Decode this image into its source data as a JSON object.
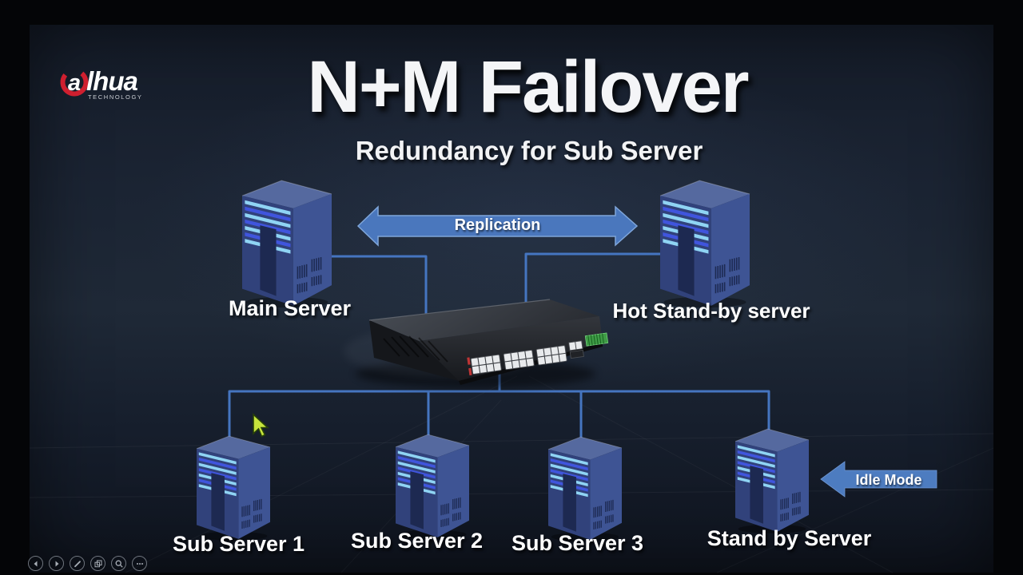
{
  "slide": {
    "title": "N+M Failover",
    "subtitle": "Redundancy for Sub Server"
  },
  "logo": {
    "brand_initial": "a",
    "brand_rest": "lhua",
    "tagline": "TECHNOLOGY"
  },
  "diagram": {
    "replication_arrow": {
      "label": "Replication"
    },
    "idle_arrow": {
      "label": "Idle Mode"
    },
    "servers": {
      "main": {
        "label": "Main Server"
      },
      "hot_standby": {
        "label": "Hot Stand-by server"
      },
      "sub1": {
        "label": "Sub Server 1"
      },
      "sub2": {
        "label": "Sub Server 2"
      },
      "sub3": {
        "label": "Sub Server 3"
      },
      "standby": {
        "label": "Stand by Server"
      }
    },
    "topology": {
      "replication_between": [
        "Main Server",
        "Hot Stand-by server"
      ],
      "switch_connects": [
        "Main Server",
        "Hot Stand-by server",
        "Sub Server 1",
        "Sub Server 2",
        "Sub Server 3",
        "Stand by Server"
      ],
      "idle_mode_target": "Stand by Server"
    }
  },
  "colors": {
    "wire": "#4575c0",
    "arrow_fill": "#4a77bd",
    "arrow_border": "#7fa6da",
    "idle_arrow_fill": "#4d7cc0",
    "logo_red": "#cf1f2f",
    "stripe_light": "#8fd4f4",
    "stripe_blue": "#4055dd"
  },
  "presenter_controls": {
    "buttons": [
      "previous-slide",
      "next-slide",
      "pen",
      "see-all-slides",
      "zoom-to-slide",
      "more-slideshow-options"
    ]
  }
}
